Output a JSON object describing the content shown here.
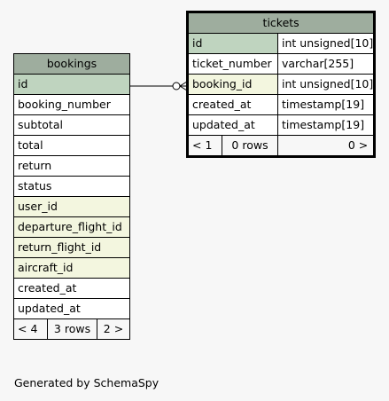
{
  "tables": {
    "bookings": {
      "name": "bookings",
      "columns": [
        {
          "name": "id",
          "kind": "pk"
        },
        {
          "name": "booking_number",
          "kind": "plain"
        },
        {
          "name": "subtotal",
          "kind": "plain"
        },
        {
          "name": "total",
          "kind": "plain"
        },
        {
          "name": "return",
          "kind": "plain"
        },
        {
          "name": "status",
          "kind": "plain"
        },
        {
          "name": "user_id",
          "kind": "fk"
        },
        {
          "name": "departure_flight_id",
          "kind": "fk"
        },
        {
          "name": "return_flight_id",
          "kind": "fk"
        },
        {
          "name": "aircraft_id",
          "kind": "fk"
        },
        {
          "name": "created_at",
          "kind": "plain"
        },
        {
          "name": "updated_at",
          "kind": "plain"
        }
      ],
      "footer": {
        "parents": "< 4",
        "rows": "3 rows",
        "children": "2 >"
      }
    },
    "tickets": {
      "name": "tickets",
      "columns": [
        {
          "name": "id",
          "type": "int unsigned[10]",
          "kind": "pk"
        },
        {
          "name": "ticket_number",
          "type": "varchar[255]",
          "kind": "plain"
        },
        {
          "name": "booking_id",
          "type": "int unsigned[10]",
          "kind": "fk"
        },
        {
          "name": "created_at",
          "type": "timestamp[19]",
          "kind": "plain"
        },
        {
          "name": "updated_at",
          "type": "timestamp[19]",
          "kind": "plain"
        }
      ],
      "footer": {
        "parents": "< 1",
        "rows": "0 rows",
        "children": "0 >"
      }
    }
  },
  "relationships": [
    {
      "from": "tickets.booking_id",
      "to": "bookings.id",
      "cardinality": "zero-or-many"
    }
  ],
  "colors": {
    "header": "#9ead9e",
    "primary_key": "#bfd4bf",
    "foreign_key": "#f3f6df",
    "background": "#f7f7f7"
  },
  "generated_by": "Generated by SchemaSpy"
}
